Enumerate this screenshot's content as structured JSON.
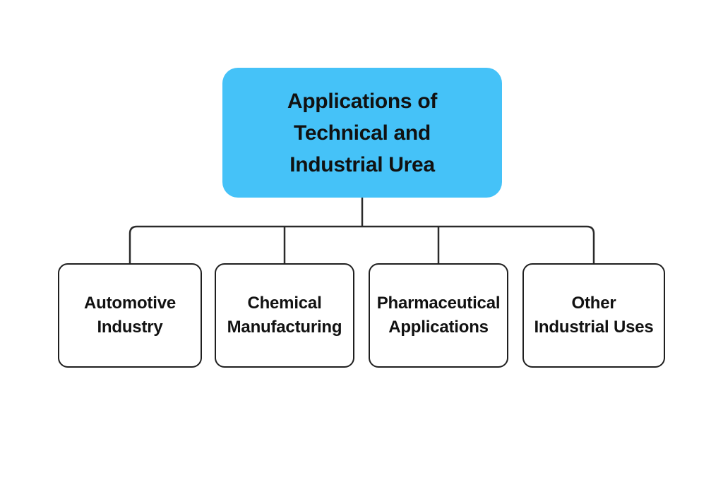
{
  "diagram": {
    "type": "flowchart",
    "root": {
      "lines": [
        "Applications of",
        "Technical and",
        "Industrial Urea"
      ]
    },
    "children": [
      {
        "lines": [
          "Automotive",
          "Industry"
        ]
      },
      {
        "lines": [
          "Chemical",
          "Manufacturing"
        ]
      },
      {
        "lines": [
          "Pharmaceutical",
          "Applications"
        ]
      },
      {
        "lines": [
          "Other",
          "Industrial Uses"
        ]
      }
    ],
    "colors": {
      "root_fill": "#45C2F8",
      "node_fill": "#FFFFFF",
      "node_border": "#1F1F1F",
      "text": "#111111",
      "connector": "#2A2A2A",
      "background": "#FFFFFF"
    }
  }
}
